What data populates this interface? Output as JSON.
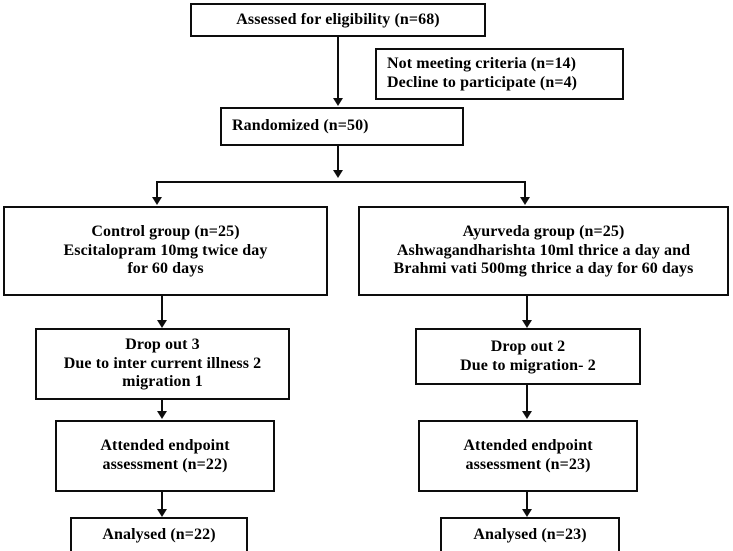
{
  "diagram": {
    "title": "CONSORT participant flow diagram",
    "line_color": "#0d0d0d",
    "background_color": "#ffffff",
    "nodes": {
      "assessed": {
        "line1": "Assessed for eligibility  (n=68)"
      },
      "excluded": {
        "line1": "Not meeting  criteria (n=14)",
        "line2": "Decline to participate  (n=4)"
      },
      "randomized": {
        "line1": "Randomized (n=50)"
      },
      "control_group": {
        "line1": "Control group (n=25)",
        "line2": "Escitalopram 10mg twice day",
        "line3": "for 60 days"
      },
      "ayurveda_group": {
        "line1": "Ayurveda group (n=25)",
        "line2": "Ashwagandharishta 10ml thrice a day and",
        "line3": "Brahmi vati 500mg thrice a day for 60 days"
      },
      "control_dropout": {
        "line1": "Drop out 3",
        "line2": "Due to inter current illness 2",
        "line3": "migration 1"
      },
      "ayurveda_dropout": {
        "line1": "Drop out 2",
        "line2": "Due to migration- 2"
      },
      "control_endpoint": {
        "line1": "Attended endpoint",
        "line2": "assessment (n=22)"
      },
      "ayurveda_endpoint": {
        "line1": "Attended endpoint",
        "line2": "assessment (n=23)"
      },
      "control_analysed": {
        "line1": "Analysed (n=22)"
      },
      "ayurveda_analysed": {
        "line1": "Analysed (n=23)"
      }
    }
  }
}
